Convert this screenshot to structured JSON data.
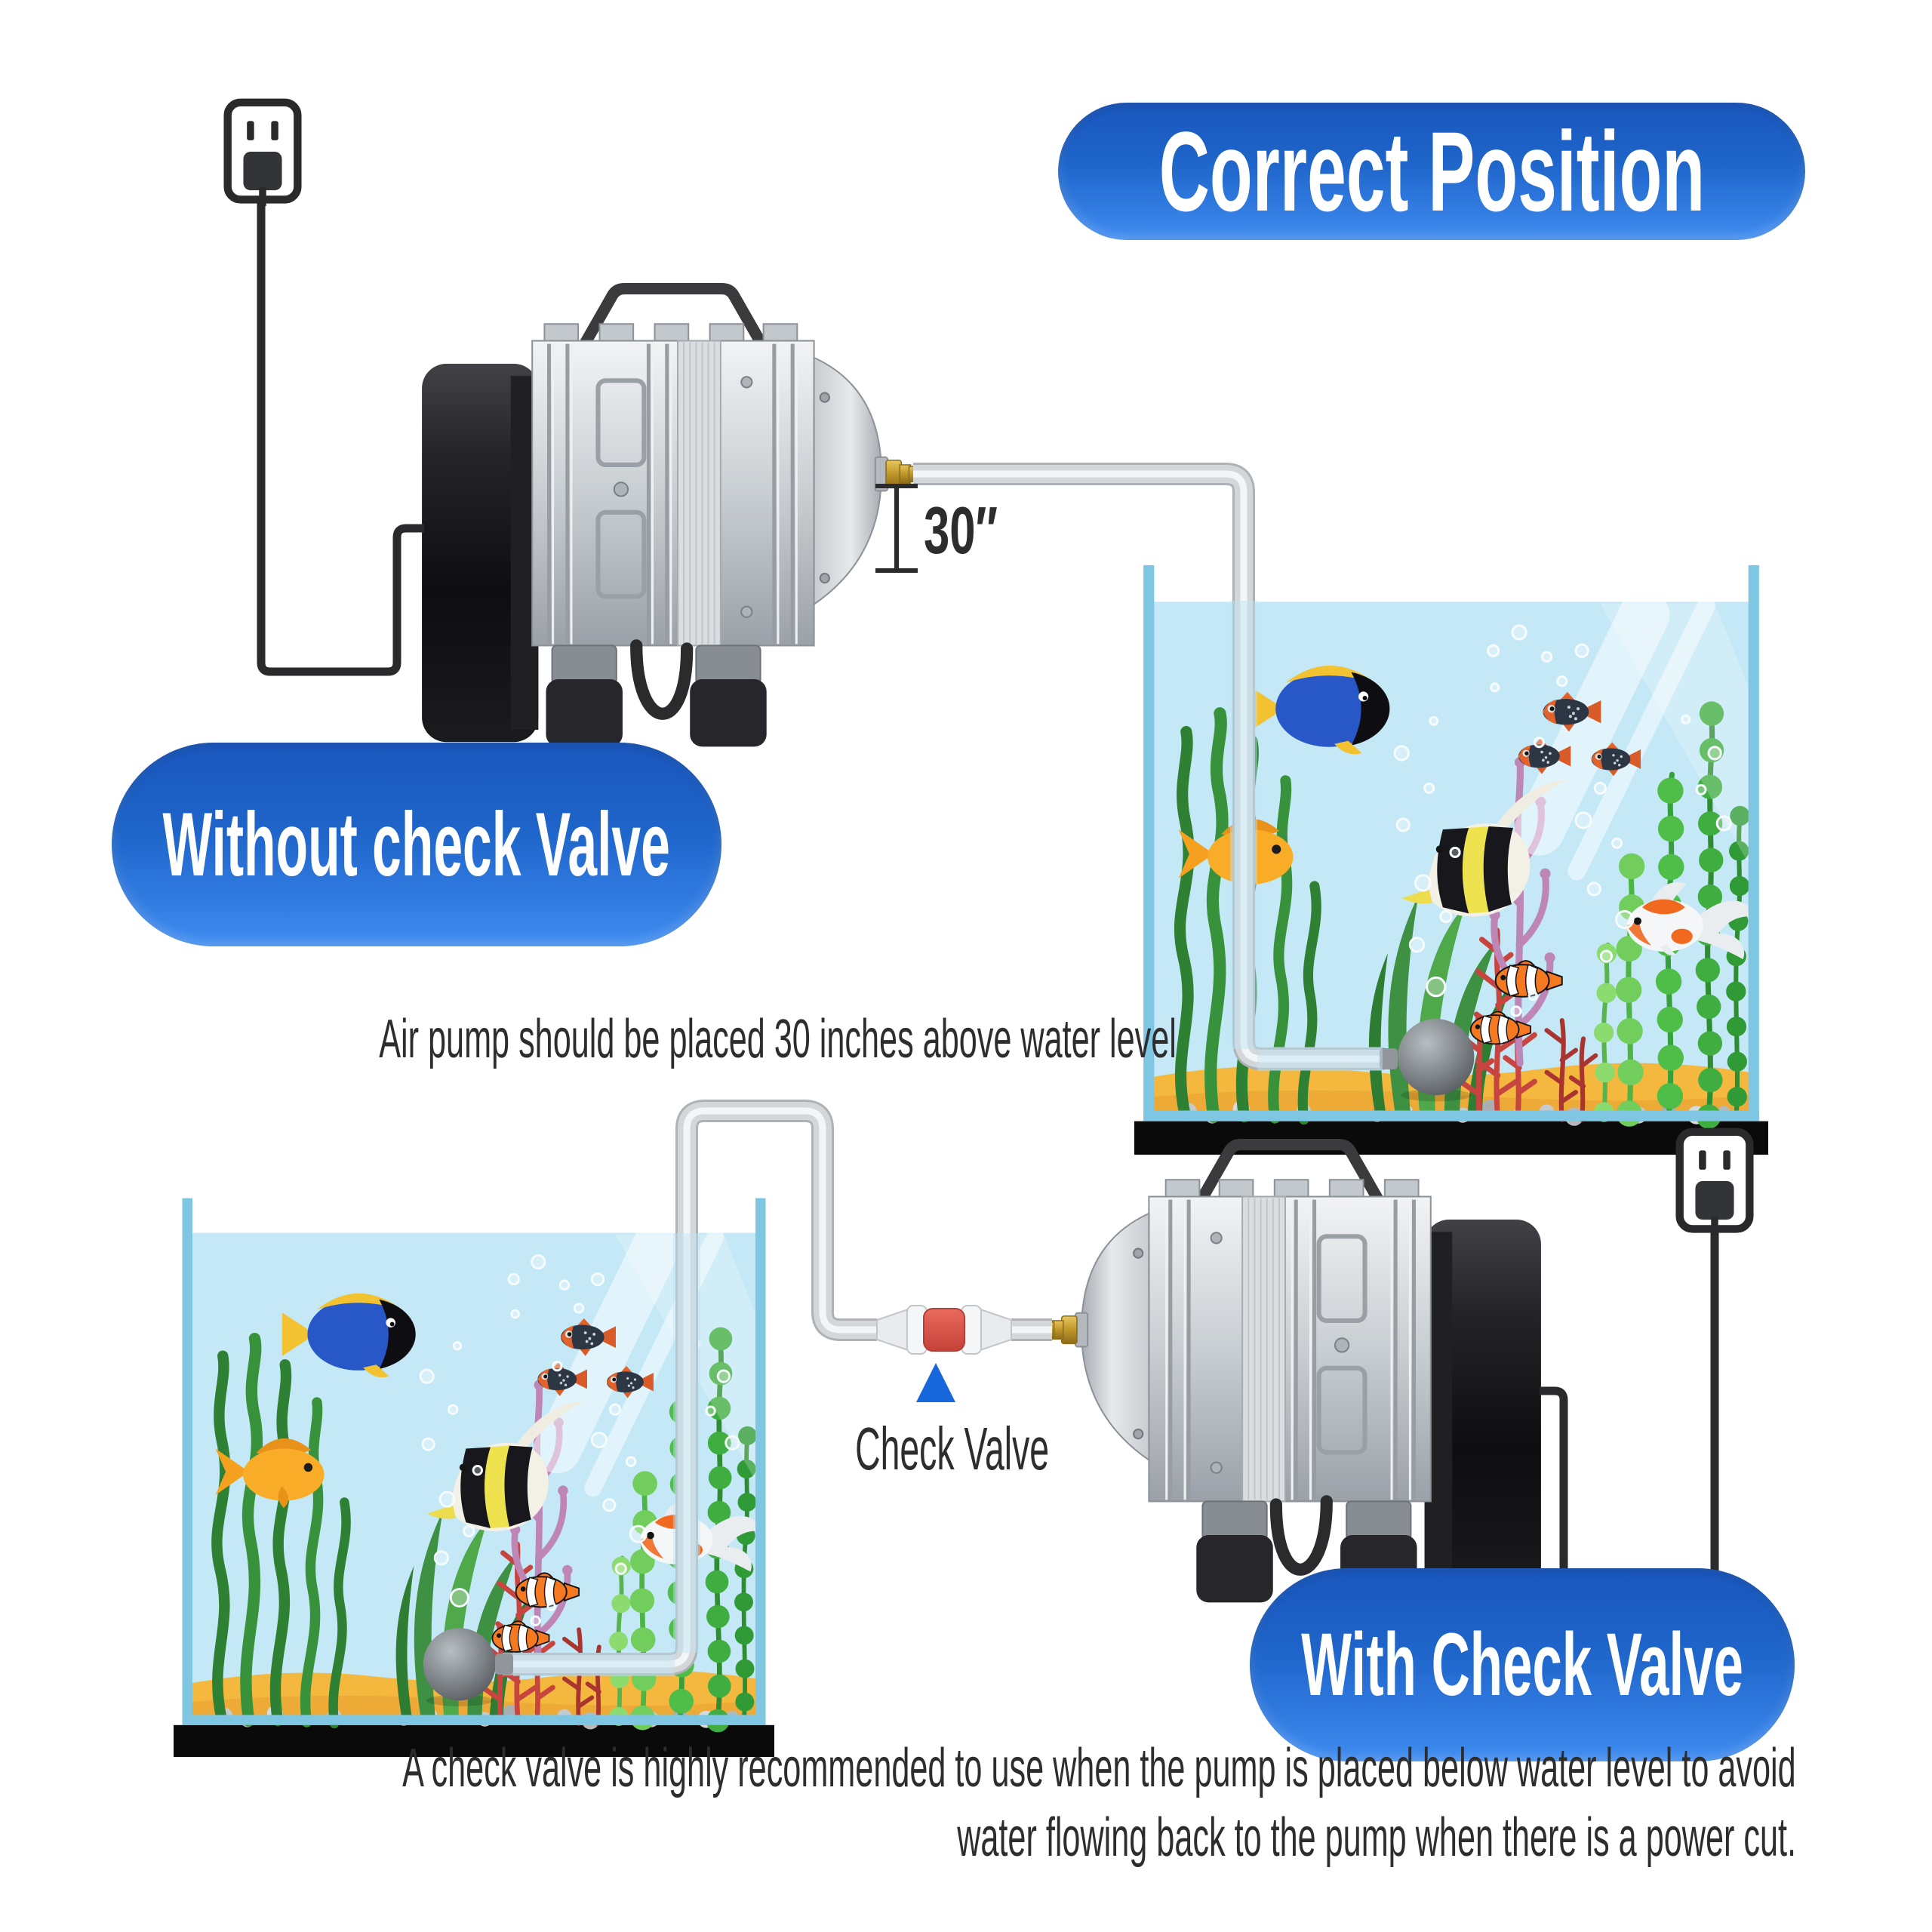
{
  "title_badge": {
    "label": "Correct Position"
  },
  "scene_without": {
    "badge_label": "Without check Valve",
    "caption": "Air pump should be placed 30 inches above water level",
    "measurement_label": "30″"
  },
  "scene_with": {
    "badge_label": "With Check Valve",
    "valve_label": "Check Valve",
    "caption_line1": "A check valve is highly recommended to use when the pump is placed below water level to avoid",
    "caption_line2": "water flowing back to the pump when there is a power cut."
  },
  "colors": {
    "badge_gradient_top": "#1A57BD",
    "badge_gradient_bottom": "#3E8BF0",
    "text_dark": "#2D2D2D",
    "check_valve_red": "#E0544B",
    "pointer_blue": "#1667DB",
    "tube_gray": "#D4D7D9",
    "cord_black": "#2A2A2C",
    "water_blue": "#C4E8F6",
    "glass_blue": "#7FC6E3",
    "sand_yellow": "#F4B83F"
  },
  "icons": {
    "wall_outlet_top": "power-outlet-icon",
    "wall_outlet_bottom": "power-outlet-icon",
    "check_valve_pointer": "triangle-up-icon"
  }
}
